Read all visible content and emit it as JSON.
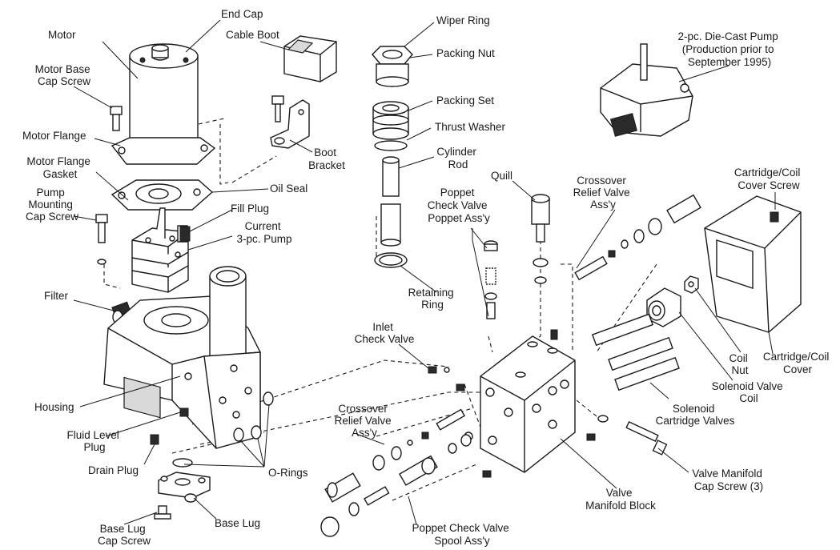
{
  "labels": {
    "end_cap": "End Cap",
    "motor": "Motor",
    "cable_boot": "Cable Boot",
    "wiper_ring": "Wiper Ring",
    "packing_nut": "Packing Nut",
    "die_cast_pump": [
      "2-pc. Die-Cast Pump",
      "(Production prior to",
      "September 1995)"
    ],
    "motor_base_cap_screw": [
      "Motor Base",
      "Cap Screw"
    ],
    "packing_set": "Packing Set",
    "thrust_washer": "Thrust Washer",
    "motor_flange": "Motor Flange",
    "boot_bracket": [
      "Boot",
      "Bracket"
    ],
    "cylinder_rod": [
      "Cylinder",
      "Rod"
    ],
    "motor_flange_gasket": [
      "Motor Flange",
      "Gasket"
    ],
    "oil_seal": "Oil Seal",
    "quill": "Quill",
    "crossover_relief_valve_top": [
      "Crossover",
      "Relief Valve",
      "Ass'y"
    ],
    "cartridge_coil_cover_screw": [
      "Cartridge/Coil",
      "Cover Screw"
    ],
    "pump_mounting_cap_screw": [
      "Pump",
      "Mounting",
      "Cap Screw"
    ],
    "fill_plug": "Fill Plug",
    "poppet_check_valve_poppet": [
      "Poppet",
      "Check Valve",
      "Poppet Ass'y"
    ],
    "current_pump": [
      "Current",
      "3-pc. Pump"
    ],
    "retaining_ring": [
      "Retaining",
      "Ring"
    ],
    "filter": "Filter",
    "inlet_check_valve": [
      "Inlet",
      "Check Valve"
    ],
    "coil_nut": [
      "Coil",
      "Nut"
    ],
    "cartridge_coil_cover": [
      "Cartridge/Coil",
      "Cover"
    ],
    "solenoid_valve_coil": [
      "Solenoid Valve",
      "Coil"
    ],
    "housing": "Housing",
    "solenoid_cartridge_valves": [
      "Solenoid",
      "Cartridge Valves"
    ],
    "crossover_relief_valve_bottom": [
      "Crossover",
      "Relief Valve",
      "Ass'y"
    ],
    "fluid_level_plug": [
      "Fluid Level",
      "Plug"
    ],
    "drain_plug": "Drain Plug",
    "o_rings": "O-Rings",
    "valve_manifold_cap_screw": [
      "Valve Manifold",
      "Cap Screw (3)"
    ],
    "valve_manifold_block": [
      "Valve",
      "Manifold Block"
    ],
    "base_lug": "Base Lug",
    "base_lug_cap_screw": [
      "Base Lug",
      "Cap Screw"
    ],
    "poppet_check_valve_spool": [
      "Poppet Check Valve",
      "Spool Ass'y"
    ]
  }
}
